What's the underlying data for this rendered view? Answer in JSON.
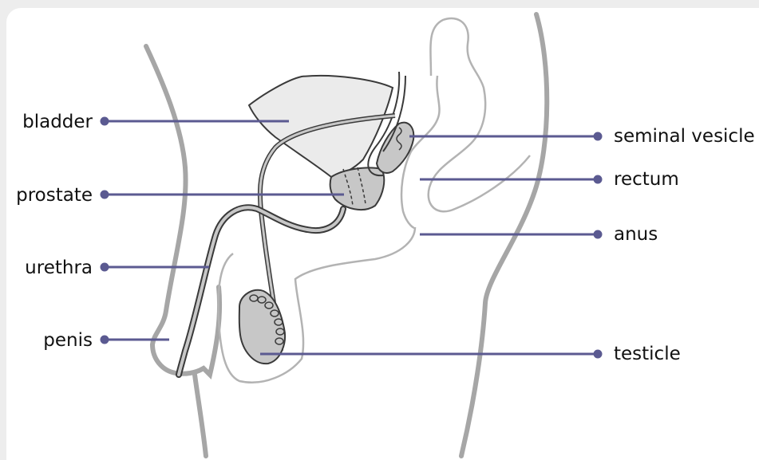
{
  "colors": {
    "leader": "#5b5a91",
    "body_outline": "#a6a6a6",
    "organ_outline": "#3a3a3a",
    "organ_fill": "#c7c7c7",
    "bladder_fill": "#ebebeb"
  },
  "labels": {
    "bladder": "bladder",
    "prostate": "prostate",
    "urethra": "urethra",
    "penis": "penis",
    "seminal_vesicle": "seminal vesicle",
    "rectum": "rectum",
    "anus": "anus",
    "testicle": "testicle"
  }
}
